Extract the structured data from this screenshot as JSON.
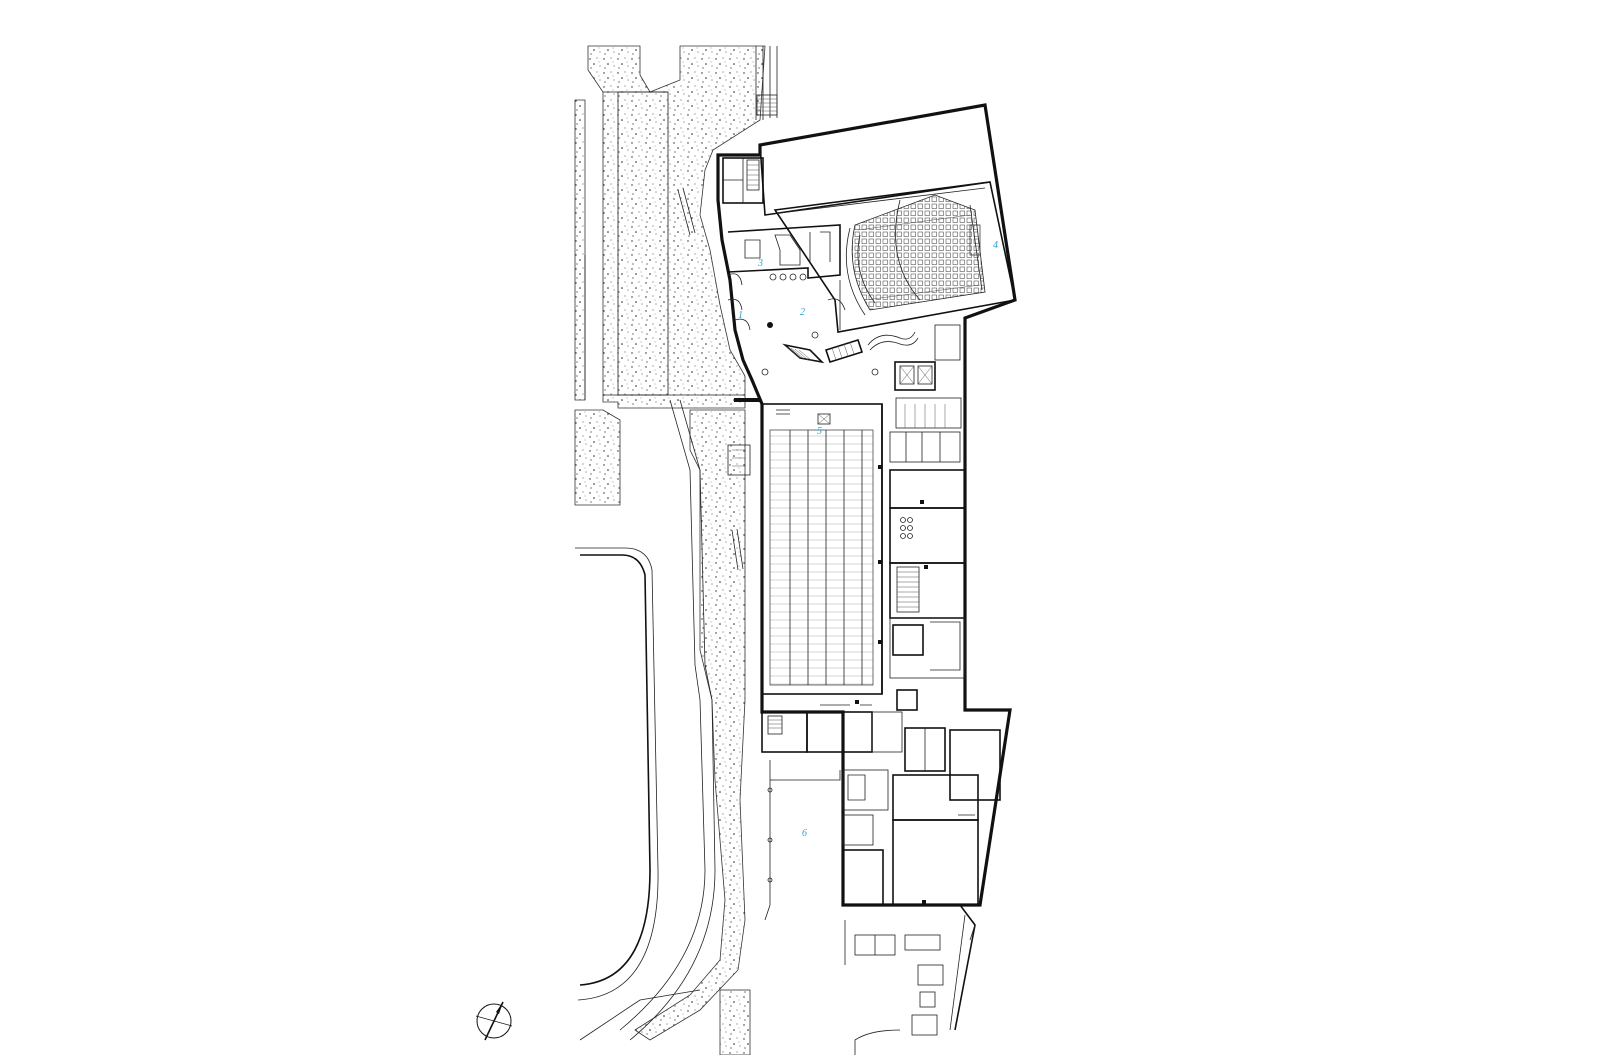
{
  "room_labels": [
    {
      "id": "1",
      "text": "1"
    },
    {
      "id": "2",
      "text": "2"
    },
    {
      "id": "3",
      "text": "3"
    },
    {
      "id": "4",
      "text": "4"
    },
    {
      "id": "5",
      "text": "5"
    },
    {
      "id": "6",
      "text": "6"
    }
  ],
  "colors": {
    "label": "#2aa3d8",
    "walls": "#111111",
    "background": "#ffffff"
  },
  "icons": {
    "north_arrow": "north-arrow-icon"
  }
}
